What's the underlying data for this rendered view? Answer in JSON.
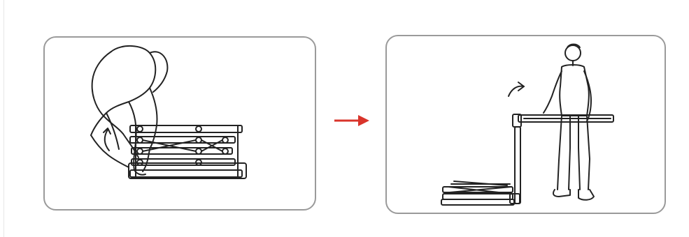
{
  "steps": [
    {
      "id": "step-1",
      "illustration": "person-lifting-folded-frame",
      "motion_icon": "curved-arrow-up-icon"
    },
    {
      "id": "step-2",
      "illustration": "person-unfolding-frame-standing",
      "motion_icon": "curved-arrow-right-icon"
    }
  ],
  "connector": {
    "icon": "right-arrow-icon",
    "color": "#d9342b"
  },
  "colors": {
    "stroke": "#222222",
    "panel_border": "#9a9a9a",
    "background": "#ffffff"
  }
}
